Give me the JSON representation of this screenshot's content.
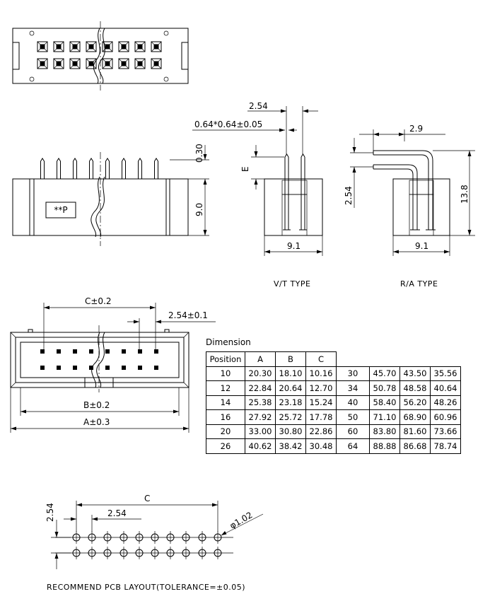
{
  "front_view": {
    "label": "**P"
  },
  "side_dims": {
    "height_030": "0.30",
    "height_90": "9.0"
  },
  "vt_view": {
    "pitch": "2.54",
    "pin_size": "0.64*0.64±0.05",
    "e_label": "E",
    "width": "9.1",
    "caption": "V/T TYPE"
  },
  "ra_view": {
    "offset": "2.9",
    "pitch": "2.54",
    "height": "13.8",
    "width": "9.1",
    "caption": "R/A TYPE"
  },
  "top_view": {
    "c_dim": "C±0.2",
    "pitch": "2.54±0.1",
    "b_dim": "B±0.2",
    "a_dim": "A±0.3"
  },
  "dimension_table": {
    "title": "Dimension",
    "headers": [
      "Position",
      "A",
      "B",
      "C"
    ],
    "rows": [
      [
        "10",
        "20.30",
        "18.10",
        "10.16",
        "30",
        "45.70",
        "43.50",
        "35.56"
      ],
      [
        "12",
        "22.84",
        "20.64",
        "12.70",
        "34",
        "50.78",
        "48.58",
        "40.64"
      ],
      [
        "14",
        "25.38",
        "23.18",
        "15.24",
        "40",
        "58.40",
        "56.20",
        "48.26"
      ],
      [
        "16",
        "27.92",
        "25.72",
        "17.78",
        "50",
        "71.10",
        "68.90",
        "60.96"
      ],
      [
        "20",
        "33.00",
        "30.80",
        "22.86",
        "60",
        "83.80",
        "81.60",
        "73.66"
      ],
      [
        "26",
        "40.62",
        "38.42",
        "30.48",
        "64",
        "88.88",
        "86.68",
        "78.74"
      ]
    ]
  },
  "pcb_layout": {
    "c_label": "C",
    "pitch_h": "2.54",
    "pitch_v": "2.54",
    "hole_dia": "φ1.02",
    "caption": "RECOMMEND PCB LAYOUT(TOLERANCE=±0.05)"
  }
}
